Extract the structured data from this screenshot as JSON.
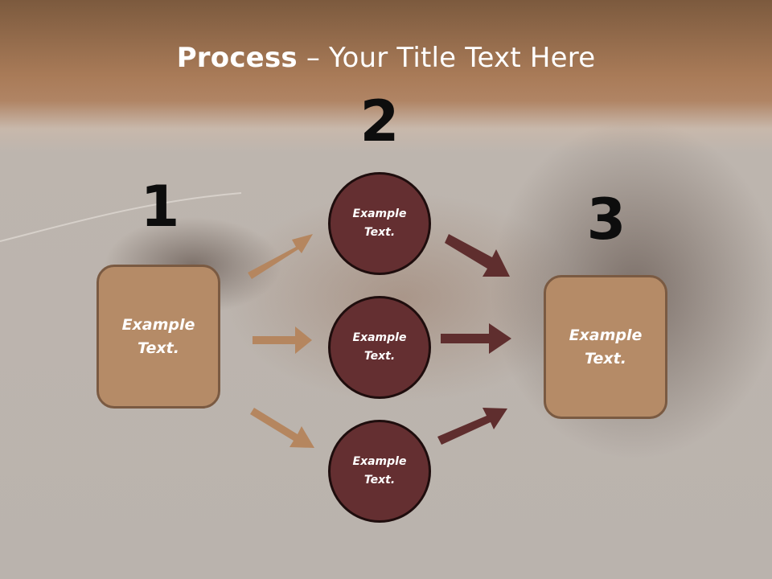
{
  "title": {
    "bold": "Process",
    "rest": " – Your Title Text Here"
  },
  "steps": [
    {
      "number": "1",
      "text": "Example Text."
    },
    {
      "number": "2",
      "items": [
        "Example Text.",
        "Example Text.",
        "Example Text."
      ]
    },
    {
      "number": "3",
      "text": "Example Text."
    }
  ],
  "colors": {
    "box_fill": "#b58b67",
    "circle_fill": "#642f31",
    "light_arrow": "#b5865f",
    "dark_arrow": "#5f2e2e"
  }
}
